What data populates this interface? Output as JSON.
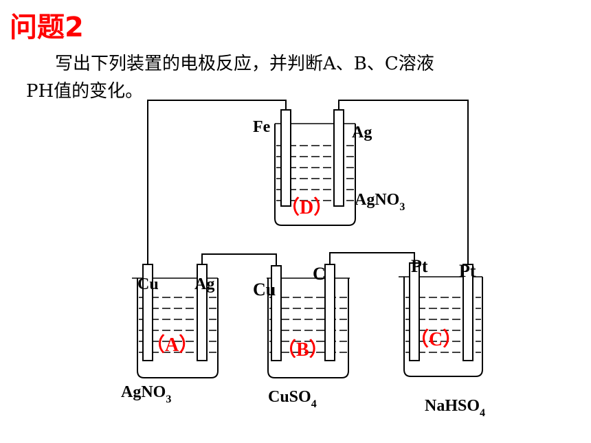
{
  "title": "问题2",
  "question": {
    "line1": "写出下列装置的电极反应，并判断A、B、C溶液",
    "line2": "PH值的变化。"
  },
  "cells": {
    "D": {
      "label": "（D）",
      "solution": "AgNO",
      "solution_sub": "3",
      "left_electrode": "Fe",
      "right_electrode": "Ag"
    },
    "A": {
      "label": "（A）",
      "solution": "AgNO",
      "solution_sub": "3",
      "left_electrode": "Cu",
      "right_electrode": "Ag"
    },
    "B": {
      "label": "（B）",
      "solution": "CuSO",
      "solution_sub": "4",
      "left_electrode": "Cu",
      "right_electrode": "C"
    },
    "C": {
      "label": "（C）",
      "solution": "NaHSO",
      "solution_sub": "4",
      "left_electrode": "Pt",
      "right_electrode": "Pt"
    }
  }
}
